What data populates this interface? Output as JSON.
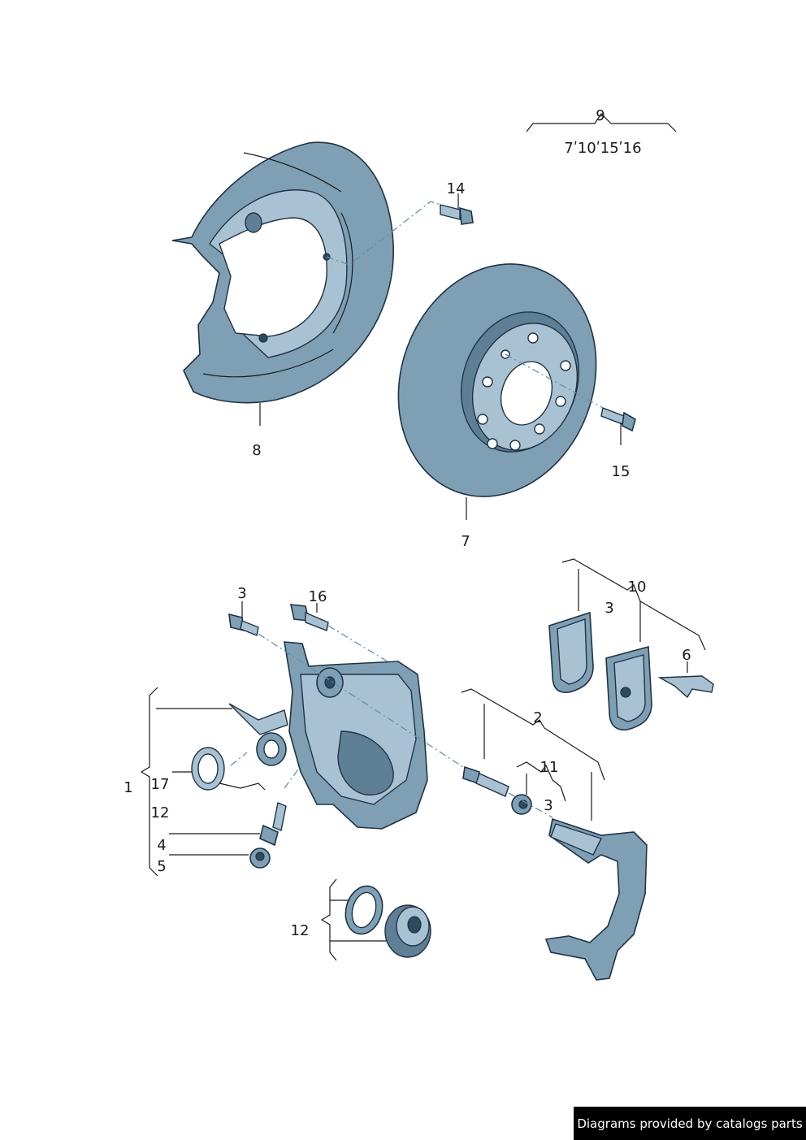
{
  "callouts": {
    "c1": "1",
    "c2": "2",
    "c3a": "3",
    "c3b": "3",
    "c3c": "3",
    "c4": "4",
    "c5": "5",
    "c6": "6",
    "c7": "7",
    "c8": "8",
    "c9": "9",
    "c9_list": "7ʹ10ʹ15ʹ16",
    "c10": "10",
    "c11": "11",
    "c12a": "12",
    "c12b": "12",
    "c14": "14",
    "c15": "15",
    "c16": "16",
    "c17": "17"
  },
  "footer": {
    "credit": "Diagrams provided by catalogs parts"
  }
}
